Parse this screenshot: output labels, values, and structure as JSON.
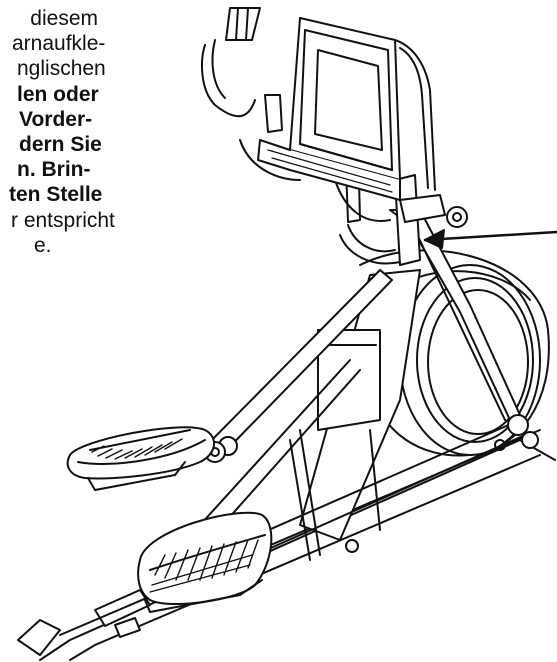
{
  "instruction_text": {
    "lines": [
      {
        "text": "diesem",
        "bold": false
      },
      {
        "text": "arnaufkle-",
        "bold": false
      },
      {
        "text": "nglischen",
        "bold": false
      },
      {
        "text": "len oder",
        "bold": true
      },
      {
        "text": "Vorder-",
        "bold": true
      },
      {
        "text": "dern Sie",
        "bold": true
      },
      {
        "text": "n. Brin-",
        "bold": true
      },
      {
        "text": "ten Stelle",
        "bold": true
      },
      {
        "text": "r entspricht",
        "bold": false
      },
      {
        "text": "e.",
        "bold": false
      }
    ]
  },
  "illustration": {
    "subject": "elliptical-trainer-line-drawing",
    "pointer": "arrow-icon"
  }
}
